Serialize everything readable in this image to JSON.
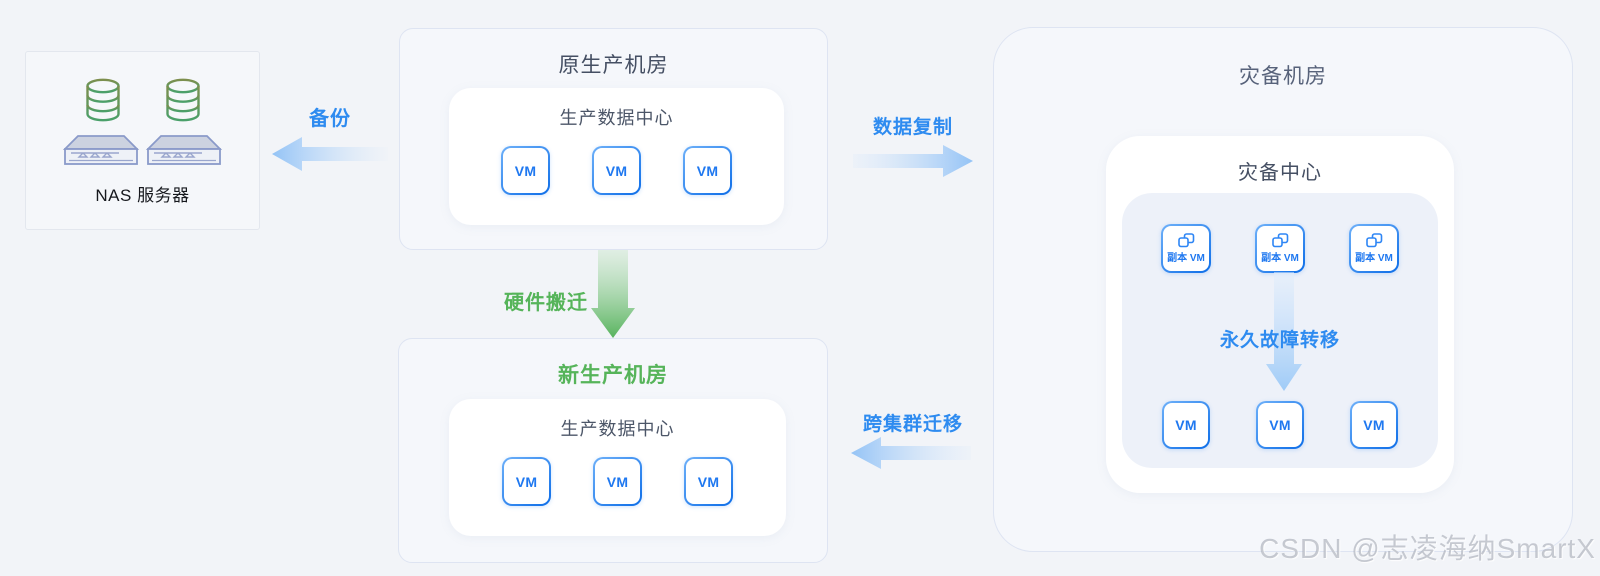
{
  "page": {
    "watermark": "CSDN @志凌海纳SmartX",
    "background": "#f2f4f8"
  },
  "colors": {
    "accent_blue": "#2e8bf0",
    "accent_green": "#56b45a",
    "vm_border_blue": "#2e86f5",
    "title_dark": "#454f63",
    "database_icon_green": "#5f9e59",
    "server_icon_blue_gray": "#8a9ac9"
  },
  "nas": {
    "label": "NAS 服务器"
  },
  "flows": {
    "backup": {
      "label": "备份"
    },
    "data_replication": {
      "label": "数据复制"
    },
    "hardware_move": {
      "label": "硬件搬迁"
    },
    "cross_cluster_migration": {
      "label": "跨集群迁移"
    },
    "permanent_failover": {
      "label": "永久故障转移"
    }
  },
  "rooms": {
    "old_production": {
      "title": "原生产机房",
      "datacenter": {
        "title": "生产数据中心",
        "vms": [
          "VM",
          "VM",
          "VM"
        ]
      }
    },
    "new_production": {
      "title": "新生产机房",
      "datacenter": {
        "title": "生产数据中心",
        "vms": [
          "VM",
          "VM",
          "VM"
        ]
      }
    },
    "disaster_recovery": {
      "title": "灾备机房",
      "center": {
        "title": "灾备中心",
        "replica_vms": [
          "副本 VM",
          "副本 VM",
          "副本 VM"
        ],
        "vms": [
          "VM",
          "VM",
          "VM"
        ]
      }
    }
  }
}
